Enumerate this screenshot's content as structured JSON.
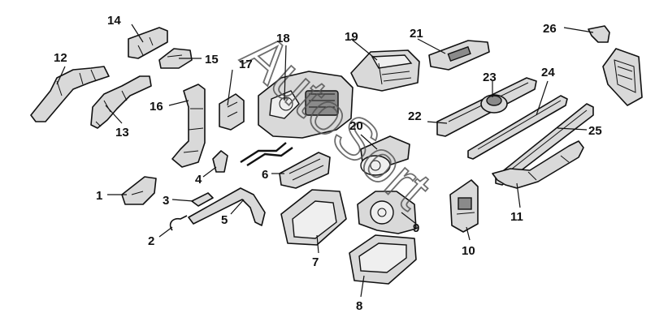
{
  "watermark": "AutoSort",
  "callouts": [
    "1",
    "2",
    "3",
    "4",
    "5",
    "6",
    "7",
    "8",
    "9",
    "10",
    "11",
    "12",
    "13",
    "14",
    "15",
    "16",
    "17",
    "18",
    "19",
    "20",
    "21",
    "22",
    "23",
    "24",
    "25",
    "26"
  ]
}
